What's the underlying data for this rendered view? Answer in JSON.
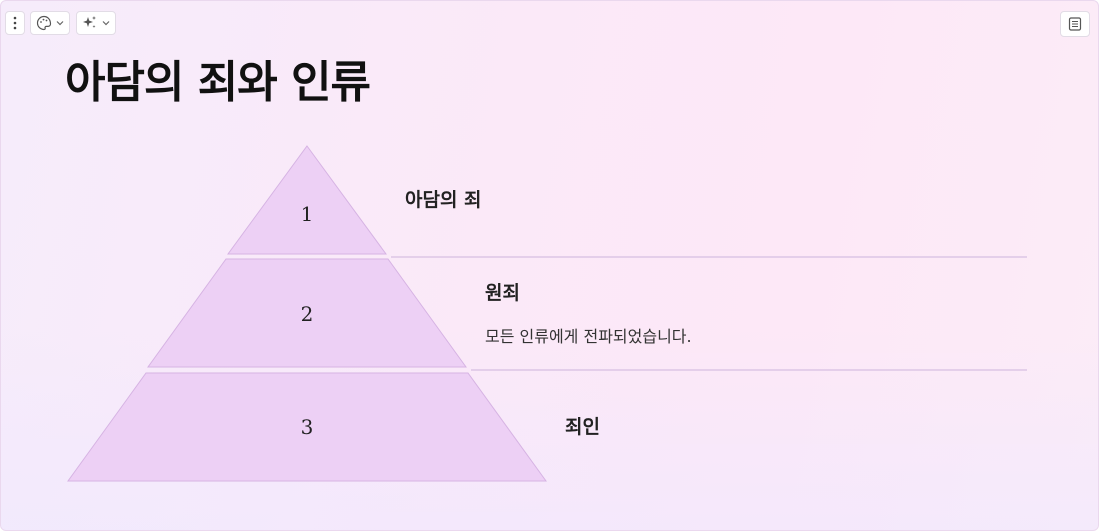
{
  "toolbar": {
    "menu_icon": "more-vertical-icon",
    "theme_icon": "palette-icon",
    "ai_icon": "sparkle-icon",
    "notes_icon": "notes-icon"
  },
  "slide": {
    "title": "아담의 죄와 인류",
    "levels": [
      {
        "number": "1",
        "heading": "아담의 죄",
        "description": ""
      },
      {
        "number": "2",
        "heading": "원죄",
        "description": "모든 인류에게 전파되었습니다."
      },
      {
        "number": "3",
        "heading": "죄인",
        "description": ""
      }
    ]
  },
  "colors": {
    "pyramid_fill": "#edd0f5",
    "pyramid_stroke": "#d6b3e3",
    "divider": "#dcc6e6"
  }
}
